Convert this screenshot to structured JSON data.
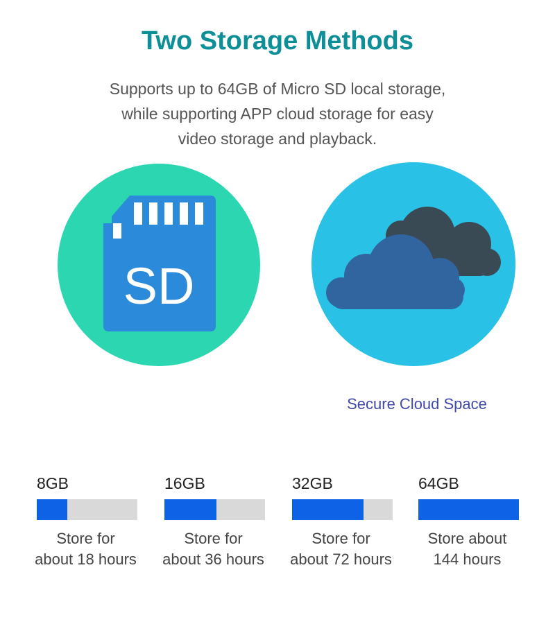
{
  "header": {
    "title": "Two Storage Methods",
    "description_lines": [
      "Supports up to 64GB of Micro SD local storage,",
      "while supporting APP cloud storage for easy",
      "video storage and playback."
    ]
  },
  "sd_card": {
    "icon": "sd-card-icon",
    "text": "SD",
    "circle_color": "#2cd6b1",
    "card_color": "#2b8ad9"
  },
  "cloud": {
    "icon": "cloud-icon",
    "caption": "Secure Cloud Space",
    "circle_color": "#29c1e6"
  },
  "tiers": [
    {
      "size": "8GB",
      "fill_fraction": 0.3,
      "desc_line1": "Store for",
      "desc_line2": "about 18 hours"
    },
    {
      "size": "16GB",
      "fill_fraction": 0.52,
      "desc_line1": "Store for",
      "desc_line2": "about 36 hours"
    },
    {
      "size": "32GB",
      "fill_fraction": 0.71,
      "desc_line1": "Store for",
      "desc_line2": "about 72 hours"
    },
    {
      "size": "64GB",
      "fill_fraction": 1.0,
      "desc_line1": "Store about",
      "desc_line2": "144 hours"
    }
  ],
  "colors": {
    "title": "#0e8f98",
    "bar_fill": "#0d62e6",
    "bar_empty": "#d9d9d9"
  }
}
